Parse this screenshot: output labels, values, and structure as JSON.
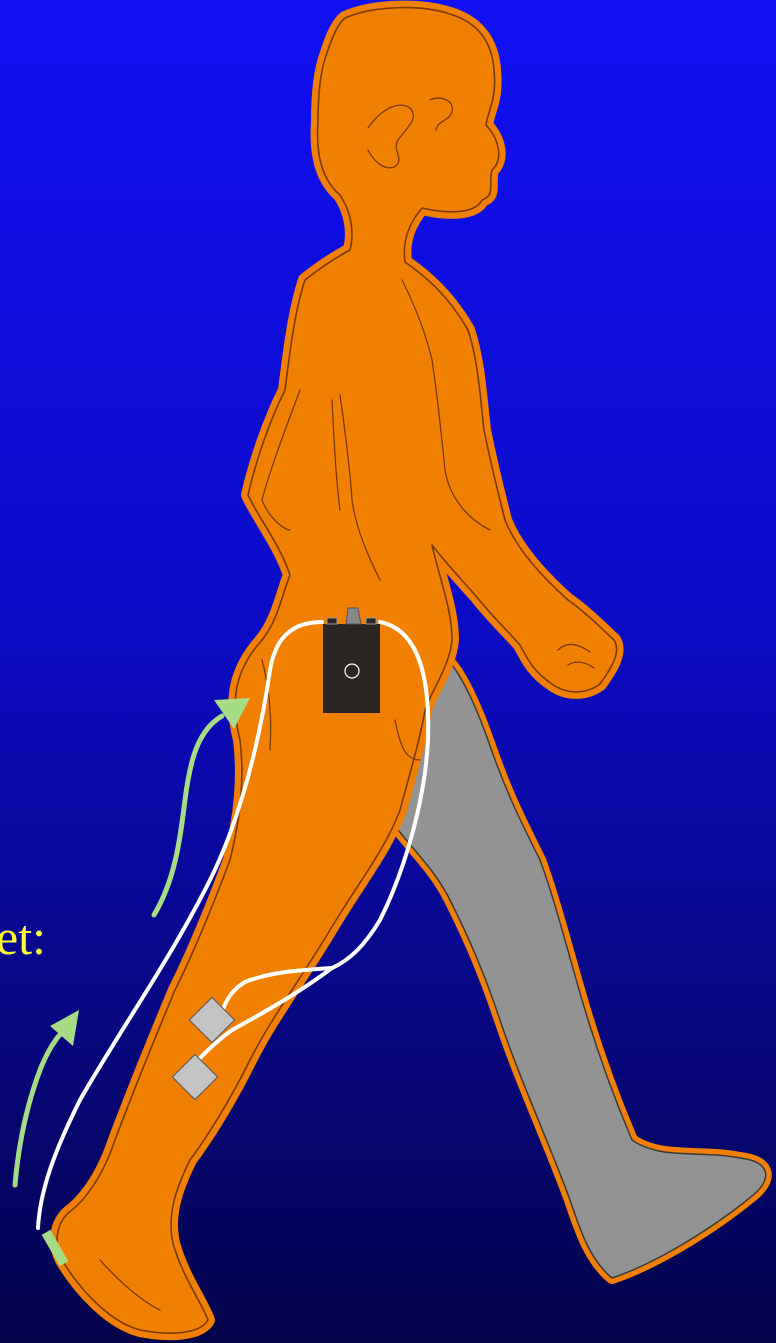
{
  "slide": {
    "caption": "et:"
  },
  "colors": {
    "background_top": "#1010f4",
    "background_bottom": "#03034a",
    "body_fill": "#f28000",
    "body_outline": "#7a3a00",
    "back_leg_fill": "#939393",
    "stimulator": "#2a2623",
    "electrode": "#c4c4c4",
    "lead_wire": "#ffffff",
    "arrow": "#a6dc84",
    "caption_text": "#ffff33"
  },
  "figure": {
    "icons": [
      "walking-person",
      "stimulator-unit",
      "electrode-pad",
      "heel-switch",
      "lift-arrow"
    ]
  }
}
